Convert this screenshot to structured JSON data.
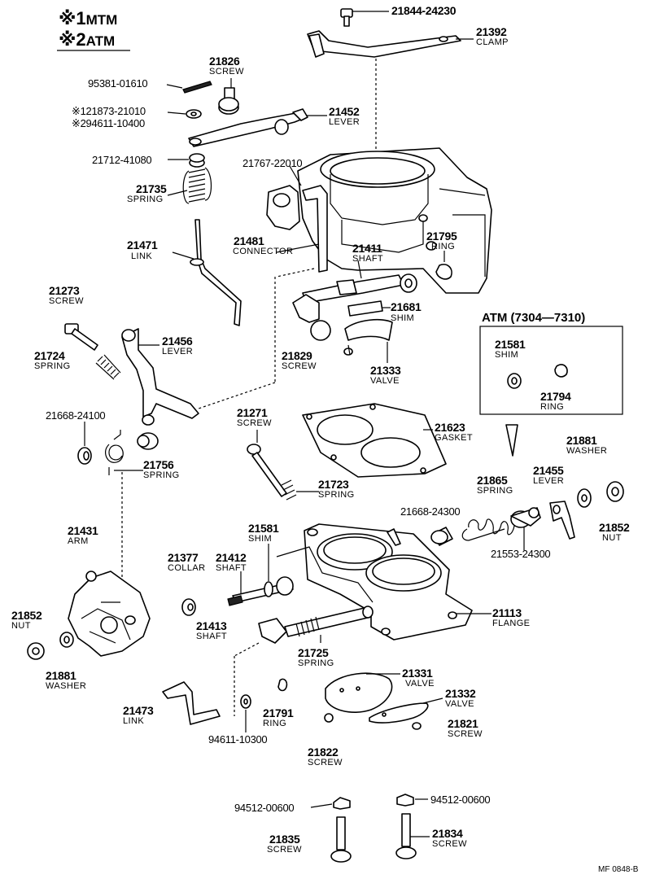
{
  "legend": {
    "mtm_mark": "※1",
    "mtm": "MTM",
    "atm_mark": "※2",
    "atm": "ATM"
  },
  "labels": {
    "p21844": "21844-24230",
    "p21392": "21392",
    "p21392n": "CLAMP",
    "p21826": "21826",
    "p21826n": "SCREW",
    "p95381": "95381-01610",
    "p121873": "※121873-21010",
    "p94611a": "※294611-10400",
    "p21452": "21452",
    "p21452n": "LEVER",
    "p21712": "21712-41080",
    "p21767": "21767-22010",
    "p21735": "21735",
    "p21735n": "SPRING",
    "p21471": "21471",
    "p21471n": "LINK",
    "p21481": "21481",
    "p21481n": "CONNECTOR",
    "p21411": "21411",
    "p21411n": "SHAFT",
    "p21795": "21795",
    "p21795n": "RING",
    "p21273": "21273",
    "p21273n": "SCREW",
    "p21681": "21681",
    "p21681n": "SHIM",
    "atm_box": "ATM (7304—7310)",
    "p21456": "21456",
    "p21456n": "LEVER",
    "p21724": "21724",
    "p21724n": "SPRING",
    "p21829": "21829",
    "p21829n": "SCREW",
    "p21333": "21333",
    "p21333n": "VALVE",
    "p21581a": "21581",
    "p21581an": "SHIM",
    "p21794": "21794",
    "p21794n": "RING",
    "p21668a": "21668-24100",
    "p21271": "21271",
    "p21271n": "SCREW",
    "p21623": "21623",
    "p21623n": "GASKET",
    "p21756": "21756",
    "p21756n": "SPRING",
    "p21723": "21723",
    "p21723n": "SPRING",
    "p21881a": "21881",
    "p21881an": "WASHER",
    "p21865": "21865",
    "p21865n": "SPRING",
    "p21455": "21455",
    "p21455n": "LEVER",
    "p21668b": "21668-24300",
    "p21852a": "21852",
    "p21852an": "NUT",
    "p21553": "21553-24300",
    "p21431": "21431",
    "p21431n": "ARM",
    "p21581b": "21581",
    "p21581bn": "SHIM",
    "p21377": "21377",
    "p21377n": "COLLAR",
    "p21412": "21412",
    "p21412n": "SHAFT",
    "p21113": "21113",
    "p21113n": "FLANGE",
    "p21852b": "21852",
    "p21852bn": "NUT",
    "p21413": "21413",
    "p21413n": "SHAFT",
    "p21725": "21725",
    "p21725n": "SPRING",
    "p21881b": "21881",
    "p21881bn": "WASHER",
    "p21331": "21331",
    "p21331n": "VALVE",
    "p21332": "21332",
    "p21332n": "VALVE",
    "p21473": "21473",
    "p21473n": "LINK",
    "p21791": "21791",
    "p21791n": "RING",
    "p21821": "21821",
    "p21821n": "SCREW",
    "p94611b": "94611-10300",
    "p21822": "21822",
    "p21822n": "SCREW",
    "p94512a": "94512-00600",
    "p94512b": "94512-00600",
    "p21835": "21835",
    "p21835n": "SCREW",
    "p21834": "21834",
    "p21834n": "SCREW",
    "ref": "MF 0848-B"
  }
}
